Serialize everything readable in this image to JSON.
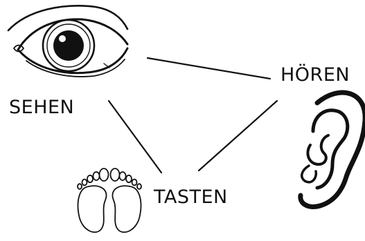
{
  "labels": {
    "sehen": "SEHEN",
    "hoeren": "HÖREN",
    "tasten": "TASTEN"
  },
  "icons": {
    "eye": "eye-icon",
    "ear": "ear-icon",
    "feet": "feet-icon"
  },
  "colors": {
    "ink": "#111111",
    "background": "#ffffff"
  }
}
